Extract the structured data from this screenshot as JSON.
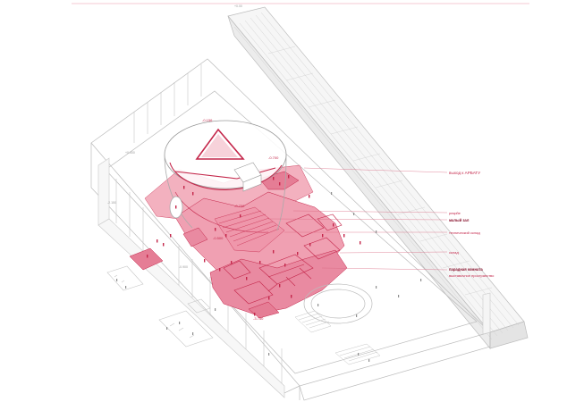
{
  "labels": {
    "exit_arbat": "выход к АРБАТУ",
    "foyer": "рекрйе",
    "small_hall": "малый зал",
    "cooling": "технический склад",
    "stair": "склад",
    "front_room": "парадная комната",
    "exhibition": "выставочное пространство"
  },
  "levels": {
    "l1": "-0.156",
    "l2": "-0.700",
    "l3": "-0.750",
    "l4": "-0.500",
    "l5": "-3.750",
    "l6": "+0.000",
    "l7": "-2.150",
    "l8": "-0.900",
    "l9": "+0.00"
  },
  "colors": {
    "accent": "#c4264a",
    "fill_light": "#f3a7b6",
    "fill_mid": "#e57d95",
    "line_grey": "#b9b9b9"
  }
}
